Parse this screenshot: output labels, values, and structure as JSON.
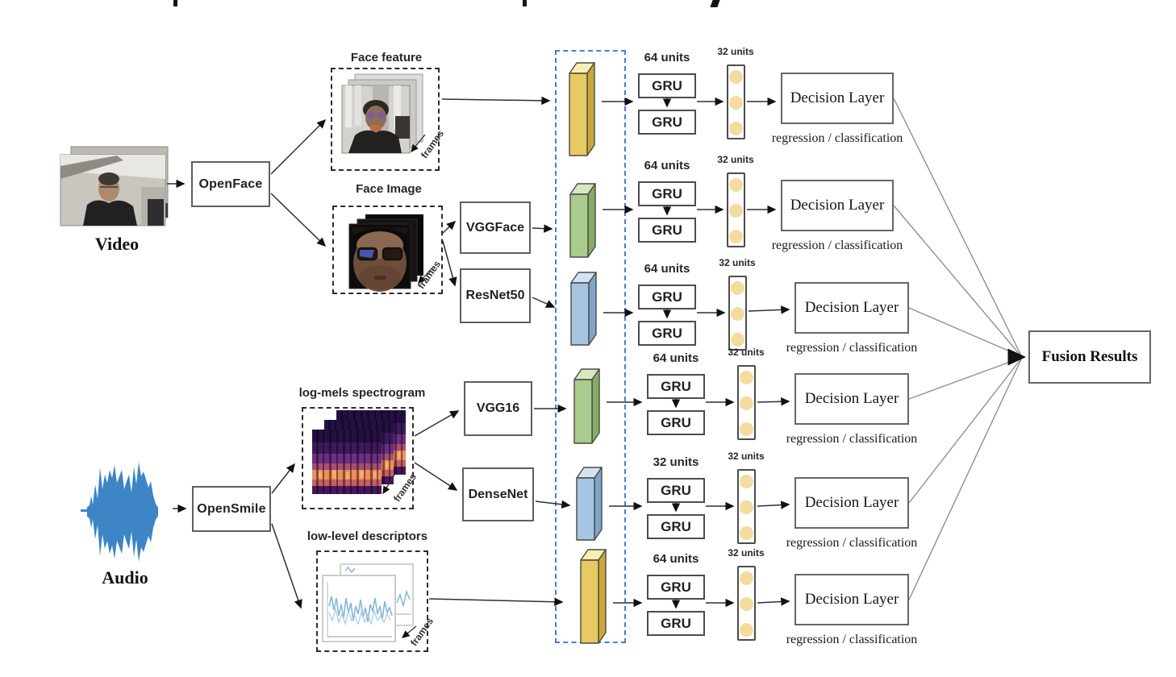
{
  "labels": {
    "video": "Video",
    "audio": "Audio",
    "openface": "OpenFace",
    "opensmile": "OpenSmile",
    "face_feature": "Face feature",
    "face_image": "Face Image",
    "logmels": "log-mels spectrogram",
    "lld": "low-level descriptors",
    "vggface": "VGGFace",
    "resnet50": "ResNet50",
    "vgg16": "VGG16",
    "densenet": "DenseNet",
    "frames": "frames",
    "gru": "GRU",
    "decision": "Decision Layer",
    "regression": "regression / classification",
    "fusion": "Fusion Results"
  },
  "rows": [
    {
      "branch": "Face feature",
      "gru_units": "64 units",
      "output_units": "32 units"
    },
    {
      "branch": "VGGFace",
      "gru_units": "64 units",
      "output_units": "32 units"
    },
    {
      "branch": "ResNet50",
      "gru_units": "64 units",
      "output_units": "32 units"
    },
    {
      "branch": "VGG16",
      "gru_units": "64 units",
      "output_units": "32 units"
    },
    {
      "branch": "DenseNet",
      "gru_units": "32 units",
      "output_units": "32 units"
    },
    {
      "branch": "low-level descriptors",
      "gru_units": "64 units",
      "output_units": "32 units"
    }
  ],
  "colors": {
    "bar_yellow": {
      "front": "#e8ca62",
      "top": "#f6eeb2",
      "side": "#c9a73e"
    },
    "bar_green": {
      "front": "#a9cb8e",
      "top": "#d6e8c2",
      "side": "#86ab66"
    },
    "bar_blue": {
      "front": "#a6c5e3",
      "top": "#d3e3f4",
      "side": "#7fa5c9"
    },
    "unit_circle": "#f4dc9e",
    "feature_region_border": "#4a7cd8",
    "waveform": "#3d85c4"
  }
}
